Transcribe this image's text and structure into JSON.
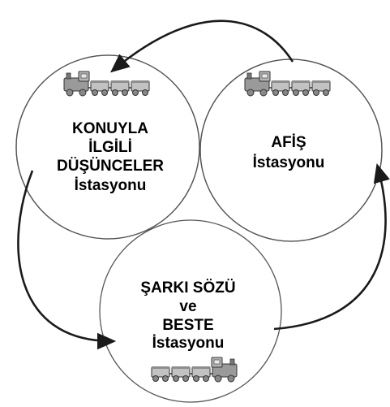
{
  "colors": {
    "circle_stroke": "#555555",
    "arrow": "#1a1a1a",
    "train_fill": "#9a9a9a",
    "train_stroke": "#333333",
    "background": "#ffffff"
  },
  "icons": [
    "train-icon",
    "train-icon",
    "train-icon",
    "arrow-icon",
    "arrow-icon",
    "arrow-icon"
  ],
  "stations": {
    "left": {
      "lines": [
        "KONUYLA",
        "İLGİLİ",
        "DÜŞÜNCELER",
        "İstasyonu"
      ]
    },
    "right": {
      "lines": [
        "AFİŞ",
        "İstasyonu"
      ]
    },
    "bottom": {
      "lines": [
        "ŞARKI SÖZÜ",
        "ve",
        "BESTE",
        "İstasyonu"
      ]
    }
  }
}
